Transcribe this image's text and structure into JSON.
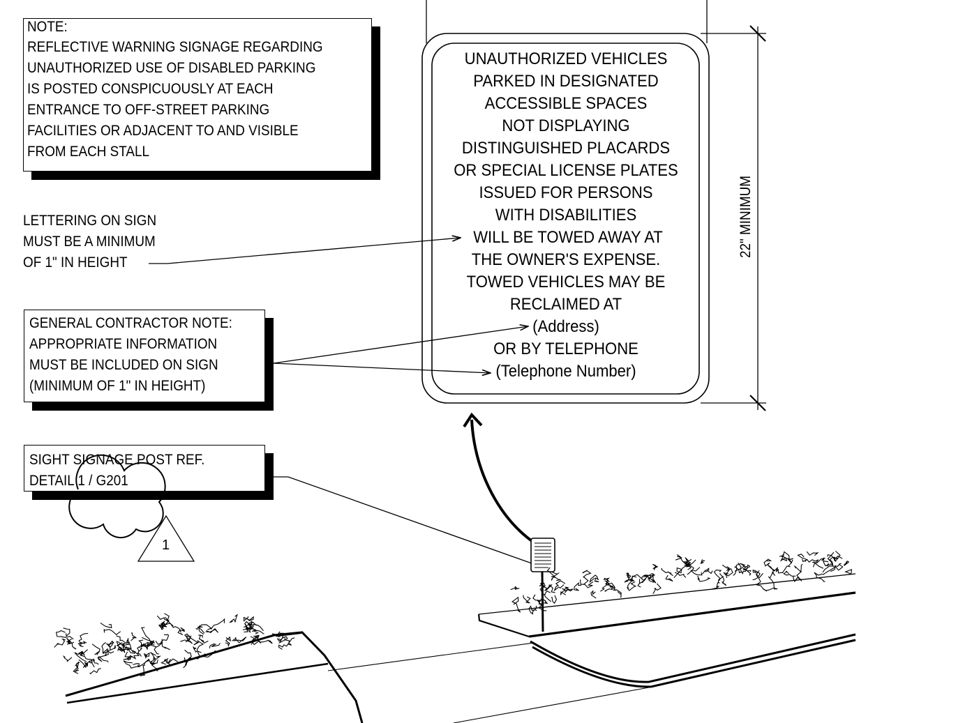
{
  "sign": {
    "lines": [
      "UNAUTHORIZED VEHICLES",
      "PARKED IN DESIGNATED",
      "ACCESSIBLE SPACES",
      "NOT DISPLAYING",
      "DISTINGUISHED PLACARDS",
      "OR SPECIAL LICENSE PLATES",
      "ISSUED FOR PERSONS",
      "WITH DISABILITIES",
      "WILL BE TOWED AWAY AT",
      "THE OWNER'S EXPENSE.",
      "TOWED VEHICLES MAY BE",
      "RECLAIMED AT",
      "(Address)",
      "OR BY TELEPHONE",
      "(Telephone Number)"
    ]
  },
  "dimension": {
    "label": "22\" MINIMUM"
  },
  "notes": {
    "warning": {
      "lines": [
        "NOTE:",
        "REFLECTIVE WARNING SIGNAGE REGARDING",
        "UNAUTHORIZED USE OF DISABLED PARKING",
        "IS POSTED CONSPICUOUSLY AT EACH",
        "ENTRANCE TO OFF-STREET PARKING",
        "FACILITIES OR ADJACENT TO AND VISIBLE",
        "FROM EACH STALL"
      ]
    },
    "lettering": {
      "lines": [
        "LETTERING ON SIGN",
        "MUST BE A MINIMUM",
        "OF 1\" IN HEIGHT"
      ]
    },
    "contractor": {
      "lines": [
        "GENERAL CONTRACTOR NOTE:",
        "APPROPRIATE INFORMATION",
        "MUST BE INCLUDED ON SIGN",
        "(MINIMUM OF 1\" IN HEIGHT)"
      ]
    },
    "post": {
      "lines": [
        "SIGHT SIGNAGE POST REF.",
        "DETAIL 1 / G201"
      ]
    }
  },
  "revision": {
    "number": "1"
  }
}
